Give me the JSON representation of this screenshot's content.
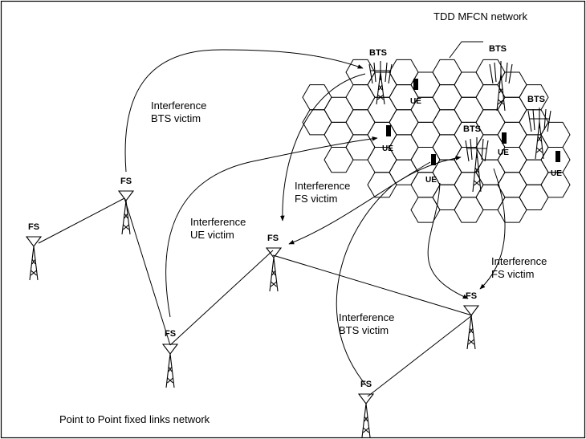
{
  "title": "TDD MFCN network",
  "footer": "Point to Point fixed links network",
  "labels": {
    "bts": "BTS",
    "fs": "FS",
    "ue": "UE"
  },
  "annotations": {
    "bts_victim_top_line1": "Interference",
    "bts_victim_top_line2": "BTS victim",
    "fs_victim_mid_line1": "Interference",
    "fs_victim_mid_line2": "FS victim",
    "ue_victim_line1": "Interference",
    "ue_victim_line2": "UE victim",
    "fs_victim_right_line1": "Interference",
    "fs_victim_right_line2": "FS victim",
    "bts_victim_bottom_line1": "Interference",
    "bts_victim_bottom_line2": "BTS victim"
  }
}
